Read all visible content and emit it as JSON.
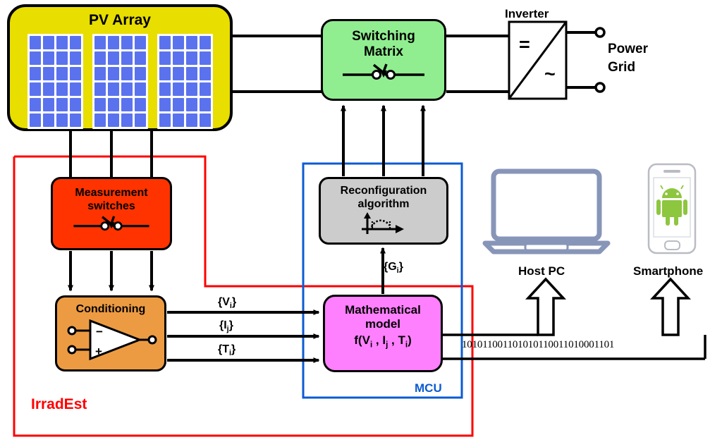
{
  "diagram": {
    "title_blocks": {
      "pv_array": "PV Array",
      "switching_matrix_line1": "Switching",
      "switching_matrix_line2": "Matrix",
      "measurement_switches_line1": "Measurement",
      "measurement_switches_line2": "switches",
      "conditioning": "Conditioning",
      "reconfiguration_line1": "Reconfiguration",
      "reconfiguration_line2": "algorithm",
      "mathematical_model_line1": "Mathematical",
      "mathematical_model_line2": "model",
      "mathematical_model_formula_prefix": "f(V",
      "mathematical_model_formula": "f(Vi , Ij , Ti)"
    },
    "labels": {
      "inverter": "Inverter",
      "power_grid_line1": "Power",
      "power_grid_line2": "Grid",
      "host_pc": "Host PC",
      "smartphone": "Smartphone",
      "mcu": "MCU",
      "irradest": "IrradEst"
    },
    "signals": {
      "voltage": "{Vi}",
      "current": "{Ij}",
      "temperature": "{Ti}",
      "irradiance": "{Gi}"
    },
    "binary_stream": "101011001101010110011010001101",
    "inverter_symbols": {
      "dc": "=",
      "ac": "~"
    },
    "pv": {
      "panel_count": 3,
      "cols_per_panel": 4,
      "rows_per_panel": 6
    },
    "colors": {
      "pv_array_fill": "#e8de00",
      "pv_cell_fill": "#5b72ee",
      "switching_matrix_fill": "#90ee90",
      "measurement_switches_fill": "#ff3300",
      "conditioning_fill": "#ed9b42",
      "reconfiguration_fill": "#cccccc",
      "mathematical_model_fill": "#ff80ff",
      "mcu_boundary": "#0b5bd3",
      "irradest_boundary": "#ff0000",
      "device_outline": "#8795b8",
      "android_green": "#8dc63f",
      "wire": "#000000"
    }
  }
}
